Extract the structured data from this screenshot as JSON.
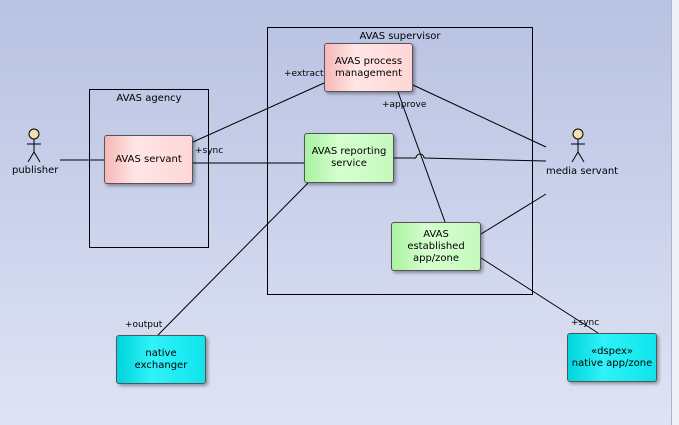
{
  "frames": {
    "supervisor": {
      "title": "AVAS supervisor"
    },
    "agency": {
      "title": "AVAS agency"
    }
  },
  "nodes": {
    "process_management": {
      "label": "AVAS process management"
    },
    "servant": {
      "label": "AVAS servant"
    },
    "reporting_service": {
      "label": "AVAS reporting service"
    },
    "established": {
      "label": "AVAS established app/zone"
    },
    "native_exchanger": {
      "label": "native exchanger"
    },
    "native_app": {
      "stereotype": "«dspex»",
      "label": "native app/zone"
    }
  },
  "actors": {
    "publisher": {
      "label": "publisher"
    },
    "media_servant": {
      "label": "media servant"
    }
  },
  "connector_labels": {
    "extract": "+extract",
    "approve": "+approve",
    "sync_servant": "+sync",
    "output": "+output",
    "sync_native": "+sync"
  },
  "colors": {
    "servant_fill": "#ffd6d6",
    "service_fill": "#c6f9be",
    "external_fill": "#10e4ec",
    "actor_head": "#f5deb3"
  }
}
